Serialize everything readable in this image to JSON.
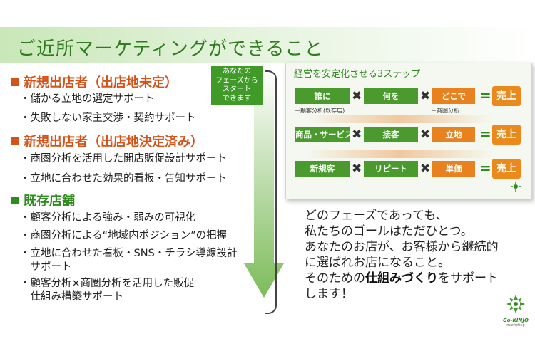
{
  "title": "ご近所マーケティングができること",
  "sections": [
    {
      "heading": "新規出店者（出店地未定）",
      "items": [
        "・儲かる立地の選定サポート",
        "・失敗しない家主交渉・契約サポート"
      ]
    },
    {
      "heading": "新規出店者（出店地決定済み）",
      "items": [
        "・商圏分析を活用した開店販促設計サポート",
        "・立地に合わせた効果的看板・告知サポート"
      ]
    },
    {
      "heading": "既存店舗",
      "items": [
        "・顧客分析による強み・弱みの可視化",
        "・商圏分析による“地域内ポジション”の把握",
        "・立地に合わせた看板・SNS・チラシ導線設計",
        "　サポート",
        "・顧客分析×商圏分析を活用した販促",
        "　仕組み構築サポート"
      ]
    }
  ],
  "callout": [
    "あなたの",
    "フェーズから",
    "スタート",
    "できます"
  ],
  "panel": {
    "title": "経営を安定化させる3ステップ",
    "rows": [
      {
        "a": "誰に",
        "b": "何を",
        "c": "どこで",
        "result": "売上",
        "note_a": "＝顧客分析(既存店)",
        "note_c": "＝商圏分析"
      },
      {
        "a": "商品・サービス",
        "b": "接客",
        "c": "立地",
        "result": "売上"
      },
      {
        "a": "新規客",
        "b": "リピート",
        "c": "単価",
        "result": "売上"
      }
    ],
    "times": "✖",
    "equals": "="
  },
  "message": {
    "line1": "どのフェーズであっても、",
    "line2": "私たちのゴールはただひとつ。",
    "line3": "あなたのお店が、お客様から継続的",
    "line4": "に選ばれお店になること。",
    "line5_pre": "そのための",
    "line5_bold": "仕組みづくり",
    "line5_post": "をサポート",
    "line6": "します！"
  },
  "logo": {
    "name": "Go-KINJO",
    "sub": "marketing"
  },
  "colors": {
    "green": "#3f9a28",
    "orange": "#e8821e",
    "title_green": "#2f7d1e",
    "heading_orange": "#d4531a"
  }
}
